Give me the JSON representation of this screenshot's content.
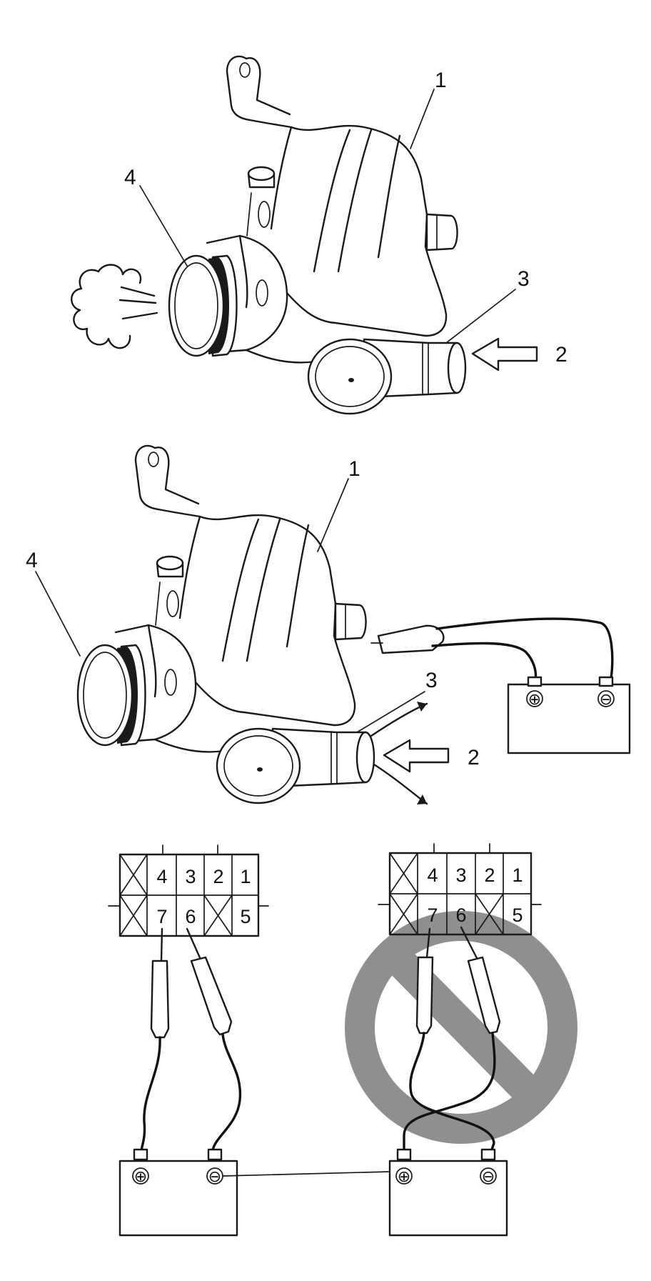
{
  "callouts": {
    "top_1": "1",
    "top_2": "2",
    "top_3": "3",
    "top_4": "4",
    "mid_1": "1",
    "mid_2": "2",
    "mid_3": "3",
    "mid_4": "4"
  },
  "connector": {
    "top_row": [
      "4",
      "3",
      "2",
      "1"
    ],
    "bottom_row": [
      "7",
      "6",
      "5"
    ]
  },
  "battery": {
    "positive_symbol": "⊕",
    "negative_symbol": "⊖"
  },
  "colors": {
    "line": "#1a1a1a",
    "prohibition": "#8f8f8f"
  },
  "icons": {
    "prohibited": "prohibition-sign-icon",
    "air_puff": "air-cloud-icon",
    "pressure_arrow": "hollow-arrow-icon"
  }
}
